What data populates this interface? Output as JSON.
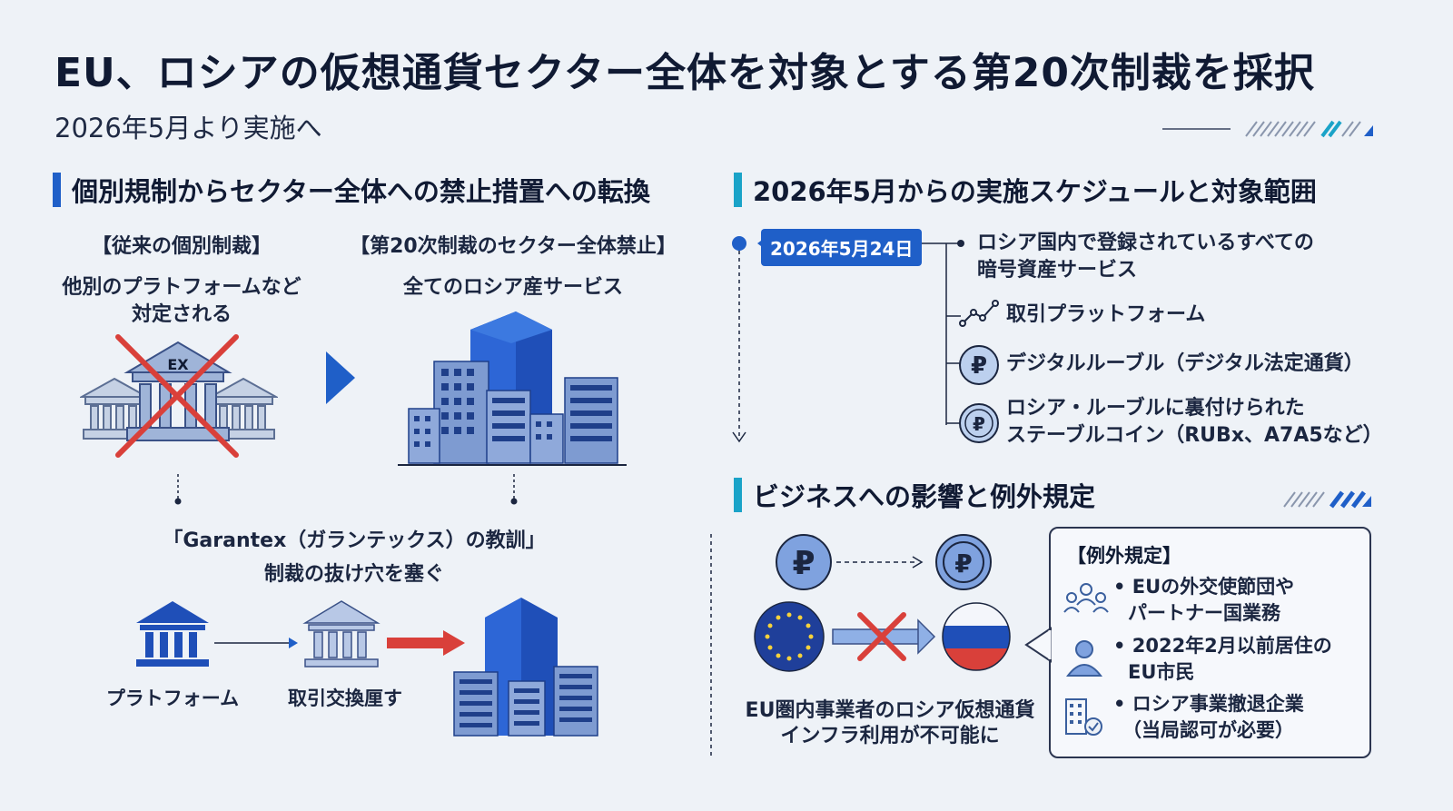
{
  "header": {
    "title": "EU、ロシアの仮想通貨セクター全体を対象とする第20次制裁を採択",
    "subtitle": "2026年5月より実施へ"
  },
  "left_section": {
    "heading": "個別規制からセクター全体への禁止措置への転換",
    "old_label": "【従来の個別制裁】",
    "old_desc_1": "他別のプラトフォームなど",
    "old_desc_2": "対定される",
    "exchange_badge": "EX",
    "new_label": "【第20次制裁のセクター全体禁止】",
    "new_desc": "全てのロシア産サービス",
    "lesson_1": "「Garantex（ガランテックス）の教訓」",
    "lesson_2": "制裁の抜け穴を塞ぐ",
    "flow_platform": "プラトフォーム",
    "flow_exchange": "取引交換厘す"
  },
  "right_section": {
    "heading": "2026年5月からの実施スケジュールと対象範囲",
    "date_badge": "2026年5月24日",
    "items": [
      {
        "line1": "ロシア国内で登録されているすべての",
        "line2": "暗号資産サービス"
      },
      {
        "line1": "取引プラットフォーム",
        "line2": ""
      },
      {
        "line1": "デジタルルーブル（デジタル法定通貨）",
        "line2": ""
      },
      {
        "line1": "ロシア・ルーブルに裏付けられた",
        "line2": "ステーブルコイン（RUBx、A7A5など）"
      }
    ]
  },
  "impact_section": {
    "heading": "ビジネスへの影響と例外規定",
    "caption_1": "EU圏内事業者のロシア仮想通貨",
    "caption_2": "インフラ利用が不可能に",
    "ruble_symbol": "₽",
    "stable_symbol": "₽",
    "exceptions_title": "【例外規定】",
    "exceptions": [
      {
        "line1": "• EUの外交使節団や",
        "line2": "パートナー国業務"
      },
      {
        "line1": "• 2022年2月以前居住の",
        "line2": "EU市民"
      },
      {
        "line1": "• ロシア事業撤退企業",
        "line2": "（当局認可が必要）"
      }
    ]
  },
  "colors": {
    "accent_blue": "#1f5fc8",
    "accent_cyan": "#1aa3c8",
    "cross_red": "#d9403a"
  }
}
